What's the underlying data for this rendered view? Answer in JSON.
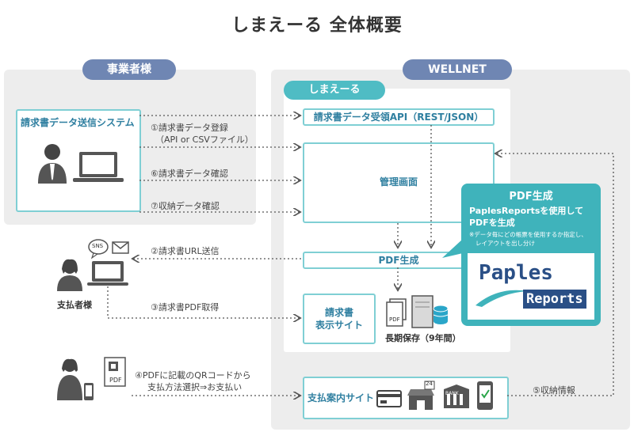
{
  "title": "しまえーる 全体概要",
  "left_header": "事業者様",
  "right_header": "WELLNET",
  "system_box_title": "請求書データ送信システム",
  "service_name": "しまえーる",
  "api_box": "請求書データ受領API（REST/JSON）",
  "admin_box": "管理画面",
  "pdf_box": "PDF生成",
  "invoice_site": [
    "請求書",
    "表示サイト"
  ],
  "storage_label": "長期保存（9年間）",
  "payment_site": "支払案内サイト",
  "payer_label": "支払者様",
  "steps": {
    "s1_line1": "①請求書データ登録",
    "s1_line2": "（API or CSVファイル）",
    "s6": "⑥請求書データ確認",
    "s7": "⑦収納データ確認",
    "s2": "②請求書URL送信",
    "s3": "③請求書PDF取得",
    "s4_line1": "④PDFに記載のQRコードから",
    "s4_line2": "支払方法選択⇒お支払い",
    "s5": "⑤収納情報"
  },
  "callout": {
    "title": "PDF生成",
    "line1": "PaplesReportsを使用して",
    "line2": "PDFを生成",
    "note1": "※データ毎にどの帳票を使用するか指定し、",
    "note2": "レイアウトを出し分け"
  },
  "logo": {
    "word1": "Paples",
    "word2": "Reports"
  },
  "icon_text": {
    "sns": "SNS",
    "pdf": "PDF",
    "bank": "BANK",
    "store_num": "24"
  },
  "colors": {
    "teal": "#4fbcc4",
    "navy_pill": "#6f86b3",
    "panel": "#ededed",
    "logo_blue": "#2a4f86"
  }
}
